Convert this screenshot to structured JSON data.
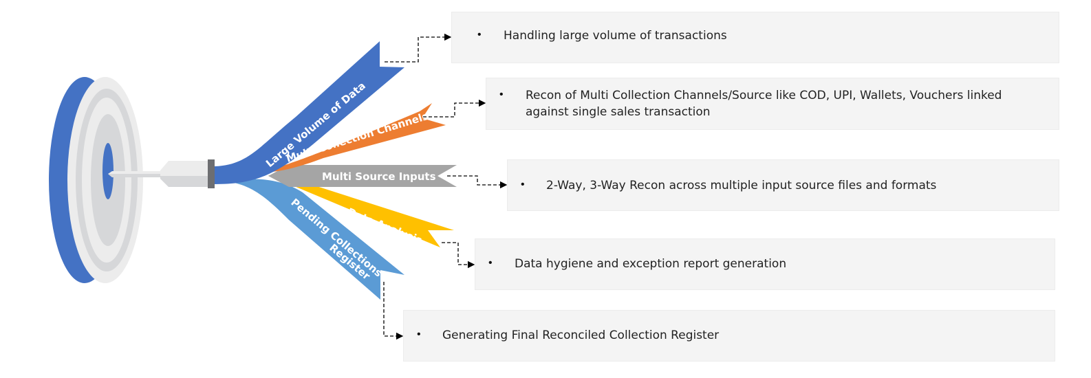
{
  "colors": {
    "blue_dark": "#4472c4",
    "orange": "#ed7d31",
    "gray": "#a5a5a5",
    "yellow": "#ffc000",
    "blue_light": "#5b9bd5",
    "box_bg": "#f4f4f4"
  },
  "target": {
    "icon": "target-dartboard-icon",
    "arrow_icon": "dart-arrow-icon"
  },
  "ribbons": [
    {
      "label": "Large Volume of Data",
      "color": "#4472c4"
    },
    {
      "label": "Multi Collection Channels",
      "color": "#ed7d31"
    },
    {
      "label": "Multi Source Inputs",
      "color": "#a5a5a5"
    },
    {
      "label": "Data Analysis",
      "color": "#ffc000"
    },
    {
      "label": "Pending Collections",
      "label2": "Register",
      "color": "#5b9bd5"
    }
  ],
  "boxes": [
    {
      "bullet": "•",
      "text": "Handling large volume of transactions"
    },
    {
      "bullet": "•",
      "text": "Recon of Multi Collection Channels/Source like COD, UPI, Wallets, Vouchers linked",
      "text2": "against single sales transaction"
    },
    {
      "bullet": "•",
      "text": "2-Way, 3-Way Recon across multiple input source files and formats"
    },
    {
      "bullet": "•",
      "text": "Data hygiene and exception report generation"
    },
    {
      "bullet": "•",
      "text": "Generating Final Reconciled Collection Register"
    }
  ]
}
